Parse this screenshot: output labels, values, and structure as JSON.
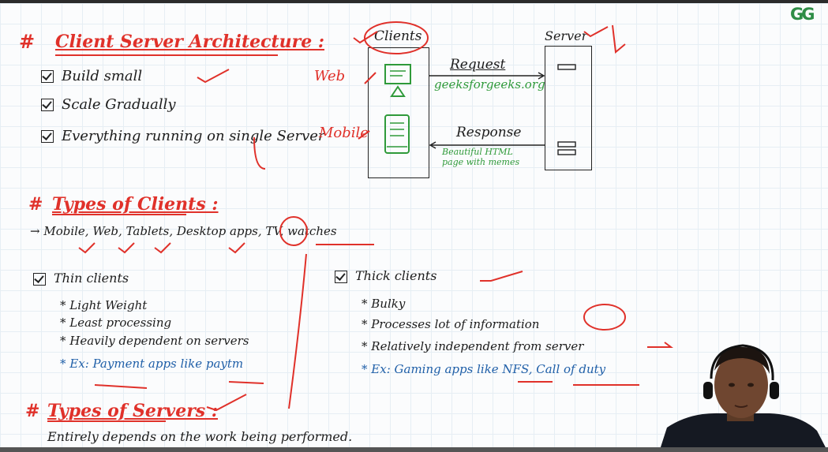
{
  "logo": {
    "text": "GG",
    "icon": "geeksforgeeks-logo"
  },
  "colors": {
    "red": "#e0312a",
    "blue": "#1f5fa8",
    "green": "#2f9a3a"
  },
  "heading1": "Client Server Architecture :",
  "checklist": [
    {
      "text": "Build small"
    },
    {
      "text": "Scale Gradually"
    },
    {
      "text": "Everything running on single Server"
    }
  ],
  "diagram": {
    "clients_label": "Clients",
    "server_label": "Server",
    "web_label": "Web",
    "mobile_label": "Mobile",
    "request_label": "Request",
    "request_note": "geeksforgeeks.org",
    "response_label": "Response",
    "response_note": "Beautiful HTML page with memes"
  },
  "heading2": "Types of Clients :",
  "client_types": "→ Mobile, Web, Tablets, Desktop apps, TV, watches",
  "thin": {
    "title": "Thin clients",
    "items": [
      "Light Weight",
      "Least processing",
      "Heavily dependent on servers"
    ],
    "example": "Ex: Payment apps like paytm"
  },
  "thick": {
    "title": "Thick clients",
    "items": [
      "Bulky",
      "Processes lot of information",
      "Relatively independent from server"
    ],
    "example": "Ex: Gaming apps like NFS, Call of duty"
  },
  "heading3": "Types of Servers :",
  "servers_text": "Entirely depends on the work being performed."
}
